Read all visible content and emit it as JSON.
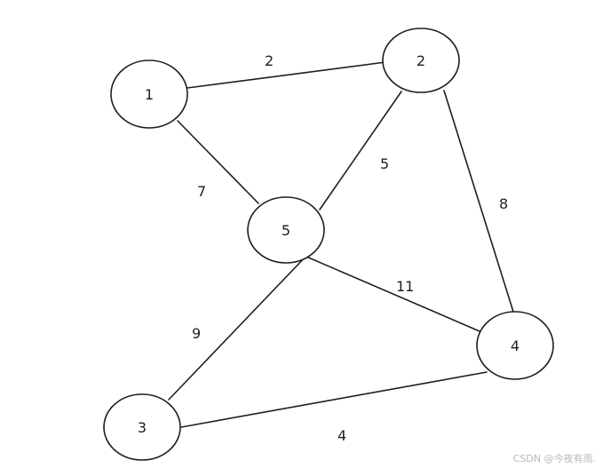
{
  "graph": {
    "nodes": [
      {
        "id": "1",
        "label": "1"
      },
      {
        "id": "2",
        "label": "2"
      },
      {
        "id": "5",
        "label": "5"
      },
      {
        "id": "4",
        "label": "4"
      },
      {
        "id": "3",
        "label": "3"
      }
    ],
    "edges": [
      {
        "from": "1",
        "to": "2",
        "weight": "2"
      },
      {
        "from": "1",
        "to": "5",
        "weight": "7"
      },
      {
        "from": "2",
        "to": "5",
        "weight": "5"
      },
      {
        "from": "2",
        "to": "4",
        "weight": "8"
      },
      {
        "from": "5",
        "to": "4",
        "weight": "11"
      },
      {
        "from": "5",
        "to": "3",
        "weight": "9"
      },
      {
        "from": "3",
        "to": "4",
        "weight": "4"
      }
    ]
  },
  "watermark": "CSDN @今夜有雨."
}
